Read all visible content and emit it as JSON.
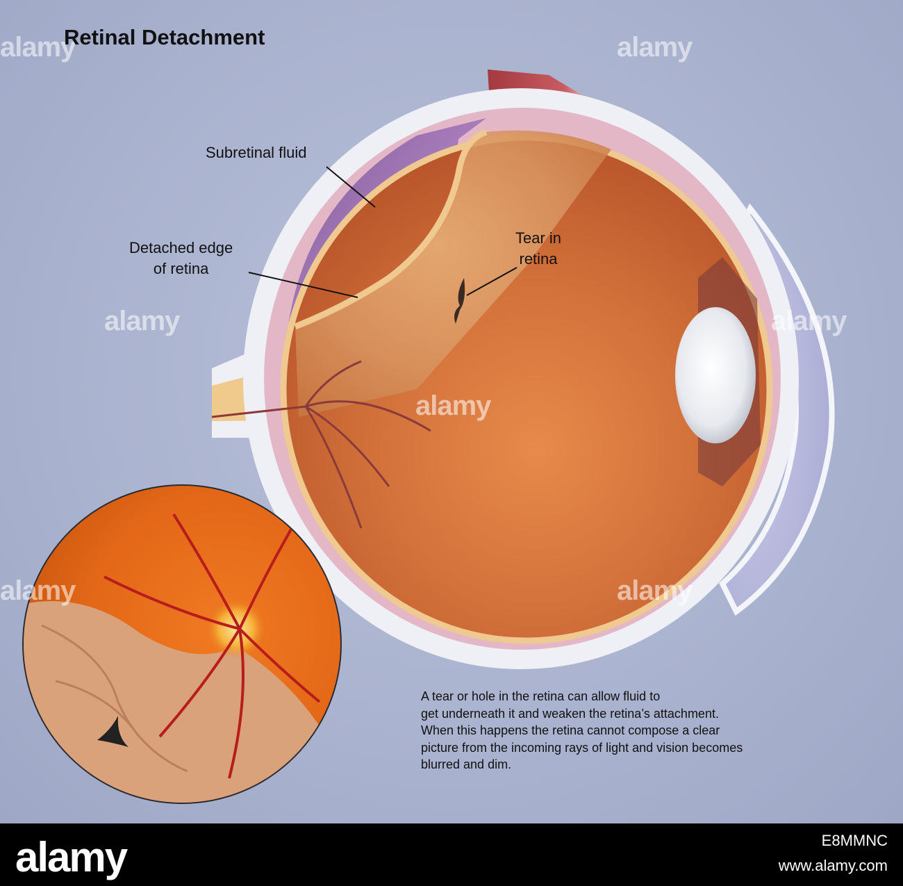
{
  "title": "Retinal Detachment",
  "labels": {
    "subretinal_fluid": "Subretinal fluid",
    "detached_edge_line1": "Detached edge",
    "detached_edge_line2": "of retina",
    "tear_line1": "Tear in",
    "tear_line2": "retina"
  },
  "caption": [
    "A tear or hole in the retina can allow fluid to",
    "get underneath it and weaken the retina’s attachment.",
    "When this happens the retina cannot compose a clear",
    "picture from the incoming rays of light and vision becomes",
    "blurred and dim."
  ],
  "watermark": "alamy",
  "footer": {
    "logo": "alamy",
    "image_id": "E8MMNC",
    "site": "www.alamy.com"
  },
  "colors": {
    "background": "#aab3cf",
    "retina": "#d8793a",
    "subretinal_fluid": "#9a6fae",
    "sclera": "#eef0f6",
    "footer": "#000000"
  }
}
